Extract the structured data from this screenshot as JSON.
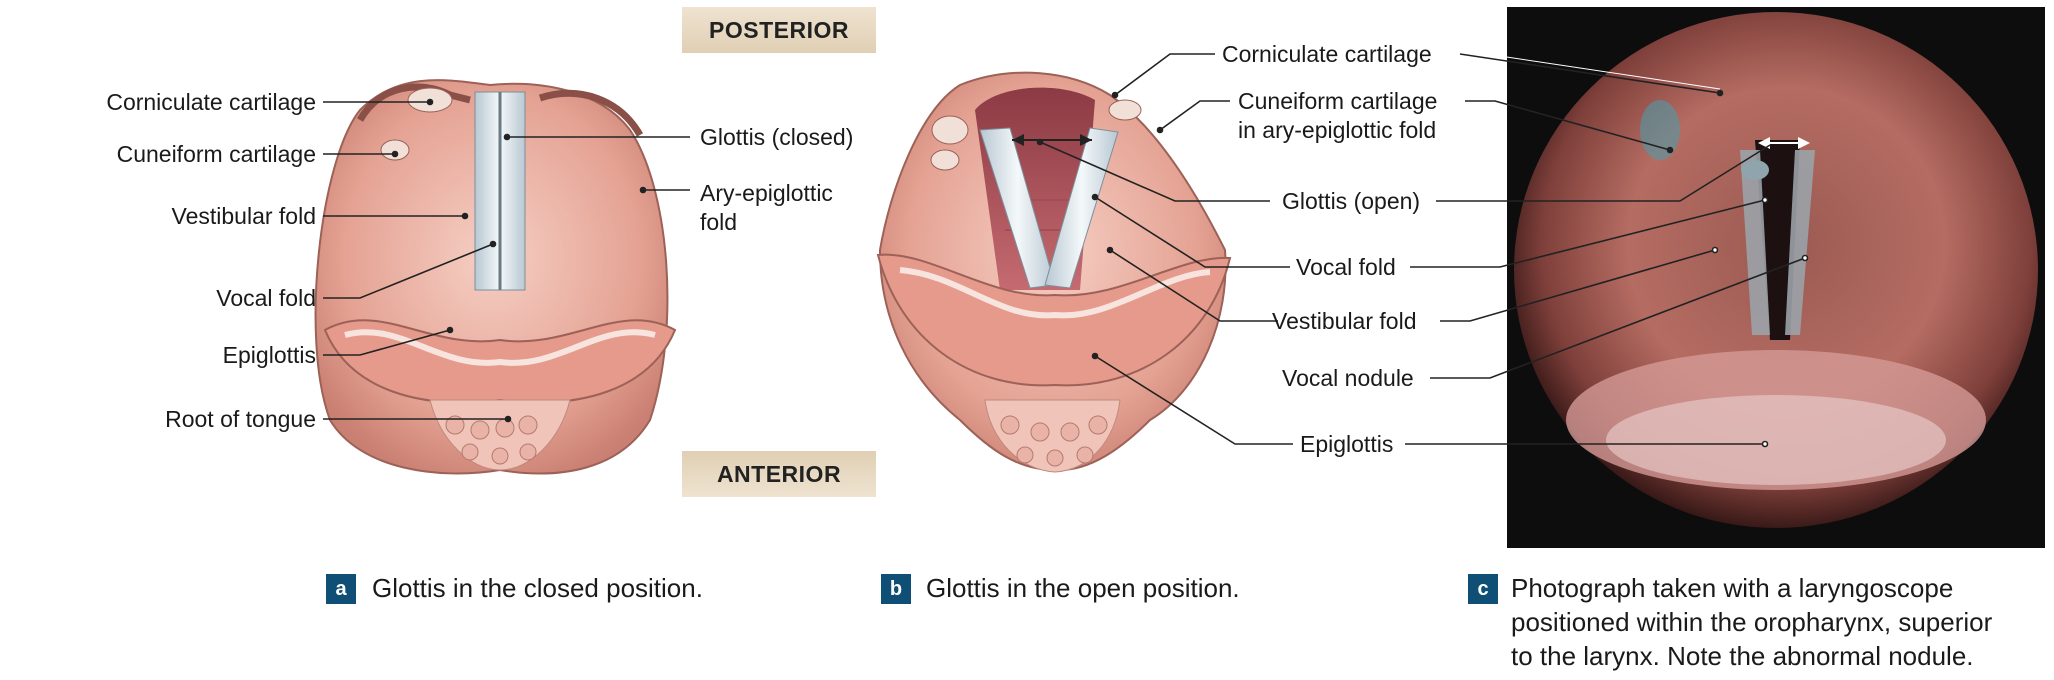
{
  "orientation": {
    "posterior": "POSTERIOR",
    "anterior": "ANTERIOR"
  },
  "panel_a": {
    "labels": {
      "corniculate": "Corniculate cartilage",
      "cuneiform": "Cuneiform cartilage",
      "vestibular": "Vestibular fold",
      "vocal": "Vocal fold",
      "epiglottis": "Epiglottis",
      "root": "Root of tongue",
      "glottis_closed": "Glottis (closed)",
      "ary_line1": "Ary-epiglottic",
      "ary_line2": "fold"
    },
    "caption_letter": "a",
    "caption": "Glottis in the closed position."
  },
  "panel_b": {
    "labels": {
      "corniculate": "Corniculate cartilage",
      "cuneiform_line1": "Cuneiform cartilage",
      "cuneiform_line2": "in ary-epiglottic fold",
      "glottis_open": "Glottis (open)",
      "vocal": "Vocal fold",
      "vestibular": "Vestibular fold",
      "nodule": "Vocal nodule",
      "epiglottis": "Epiglottis"
    },
    "caption_letter": "b",
    "caption": "Glottis in the open position."
  },
  "panel_c": {
    "caption_letter": "c",
    "caption_line1": "Photograph taken with a laryngoscope",
    "caption_line2": "positioned within the oropharynx, superior",
    "caption_line3": "to the larynx. Note the abnormal nodule."
  },
  "colors": {
    "badge": "#0f4f75",
    "tissue": "#e7a89b",
    "cord": "#dfe8ee",
    "photo_bg": "#111111"
  }
}
